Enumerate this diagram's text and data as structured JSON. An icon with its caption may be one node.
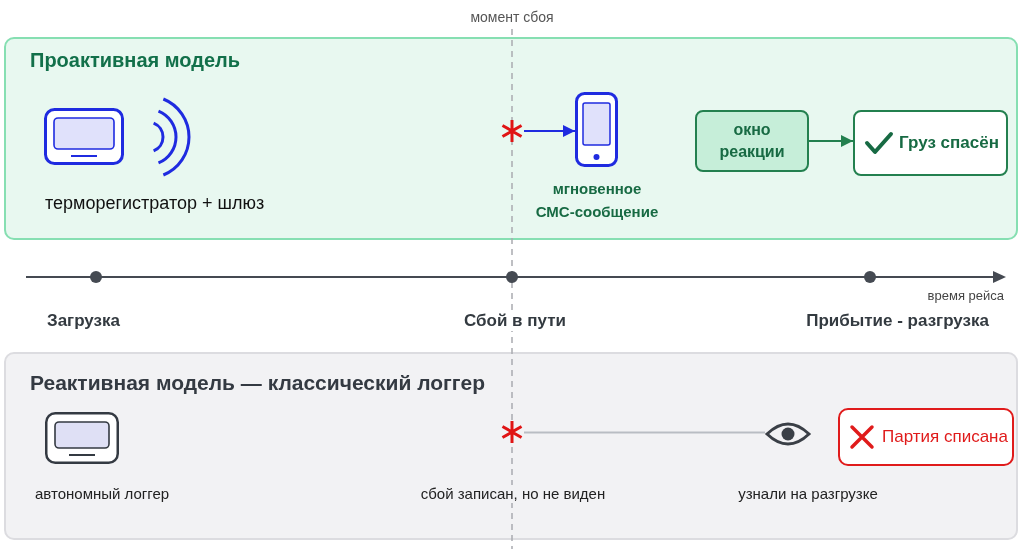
{
  "diagram": {
    "nodes": [
      {
        "text": [
          "Проактивная модель"
        ]
      },
      {
        "text": [],
        "shape": "asterisk",
        "in": 0
      },
      {
        "text": [],
        "shape": "picture",
        "in": 0,
        "beside": [
          "мгновенное СМС-сообщение"
        ]
      },
      {
        "text": [
          "окно реакции"
        ],
        "in": 0
      },
      {
        "text": [
          "Груз спасён"
        ],
        "in": 0
      },
      {
        "text": [
          "Реактивная модель — классический логгер"
        ]
      },
      {
        "text": [],
        "shape": "asterisk",
        "in": 5,
        "beside": [
          "сбой записан, но не виден"
        ]
      },
      {
        "text": [],
        "shape": "picture",
        "in": 5
      },
      {
        "text": [
          "Партия списана"
        ],
        "in": 5
      }
    ],
    "edges": [
      {
        "from": 1,
        "to": 2,
        "arrow": "to",
        "color": "#1f2be0"
      },
      {
        "from": 3,
        "to": 4,
        "arrow": "to",
        "color": "#23804f"
      },
      {
        "from": 6,
        "to": 7,
        "arrow": "none",
        "color": "#b9bdc3"
      }
    ],
    "labels": [
      "момент сбоя",
      "терморегистратор + шлюз",
      "время рейса",
      "Загрузка",
      "Сбой в пути",
      "Прибытие - разгрузка",
      "автономный логгер",
      "узнали на разгрузке"
    ]
  }
}
